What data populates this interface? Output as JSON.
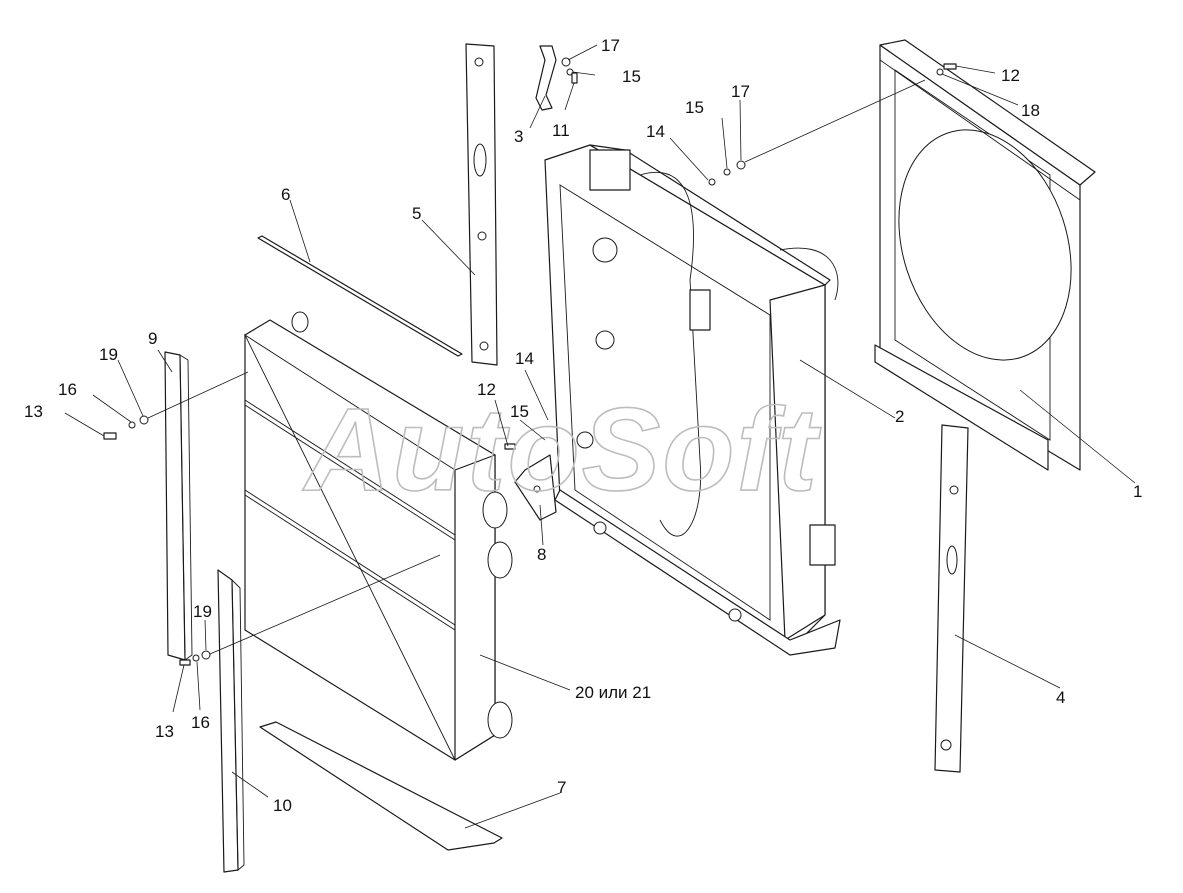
{
  "watermark": "AutoSoft",
  "callouts": {
    "c1": "1",
    "c2": "2",
    "c3": "3",
    "c4": "4",
    "c5": "5",
    "c6": "6",
    "c7": "7",
    "c8": "8",
    "c9": "9",
    "c10": "10",
    "c11": "11",
    "c12a": "12",
    "c12b": "12",
    "c13a": "13",
    "c13b": "13",
    "c14a": "14",
    "c14b": "14",
    "c15a": "15",
    "c15b": "15",
    "c15c": "15",
    "c16a": "16",
    "c16b": "16",
    "c17a": "17",
    "c17b": "17",
    "c18": "18",
    "c19a": "19",
    "c19b": "19",
    "c20": "20 или 21"
  },
  "colors": {
    "line": "#1a1a1a",
    "watermark": "#bdbdbd",
    "background": "#ffffff"
  }
}
